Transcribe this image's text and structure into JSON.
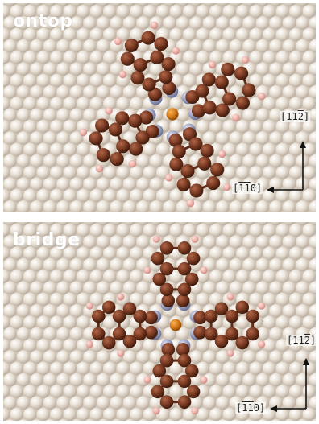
{
  "panels": [
    {
      "id": "top",
      "label": "ontop",
      "dir_vertical": {
        "pre": "[11",
        "bar": "2",
        "post": "]"
      },
      "dir_horizontal": {
        "pre": "[",
        "bar": "1",
        "mid": "",
        "bar2": "1",
        "post": "0]"
      }
    },
    {
      "id": "bottom",
      "label": "bridge",
      "dir_vertical": {
        "pre": "[11",
        "bar": "2",
        "post": "]"
      },
      "dir_horizontal": {
        "pre": "[",
        "bar": "1",
        "mid": "",
        "bar2": "1",
        "post": "0]"
      }
    }
  ],
  "colors": {
    "substrate": "#e6ddd1",
    "substrate_edge": "#b9ad9f",
    "carbon": "#7a3a22",
    "nitrogen": "#9da3c2",
    "hydrogen": "#efb3ac",
    "metal": "#d77a16",
    "label": "#ffffff",
    "arrow": "#111111"
  }
}
